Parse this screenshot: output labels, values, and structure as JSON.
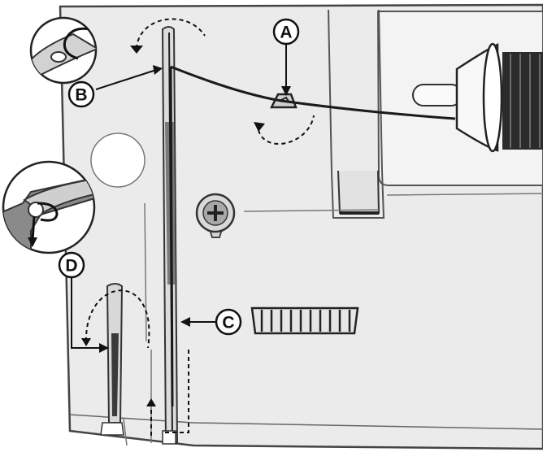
{
  "diagram": {
    "labels": {
      "a": "A",
      "b": "B",
      "c": "C",
      "d": "D"
    },
    "colors": {
      "panel": "#ebebeb",
      "panel_light": "#f4f4f4",
      "outline": "#333333",
      "thread": "#1a1a1a",
      "lever_slot": "#555555",
      "callout_fill": "#ffffff"
    }
  }
}
